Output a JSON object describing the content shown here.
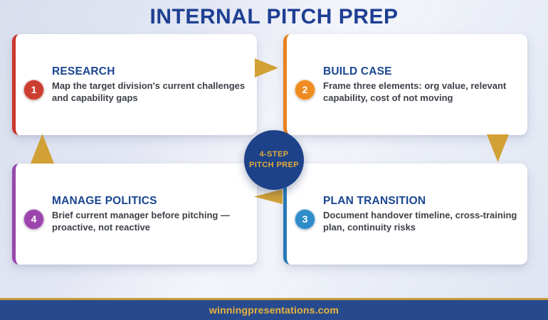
{
  "title": "INTERNAL PITCH PREP",
  "center_badge": {
    "line1": "4-STEP",
    "line2": "PITCH PREP"
  },
  "steps": [
    {
      "number": "1",
      "heading": "RESEARCH",
      "description": "Map the target division's current challenges and capability gaps",
      "border_color": "#c9372c",
      "badge_color": "#cc3e2f"
    },
    {
      "number": "2",
      "heading": "BUILD CASE",
      "description": "Frame three elements: org value, relevant capability, cost of not moving",
      "border_color": "#e8821f",
      "badge_color": "#ee8b21"
    },
    {
      "number": "3",
      "heading": "PLAN TRANSITION",
      "description": "Document handover timeline, cross-training plan, continuity risks",
      "border_color": "#2979b5",
      "badge_color": "#2e8cc9"
    },
    {
      "number": "4",
      "heading": "MANAGE POLITICS",
      "description": "Brief current manager before pitching — proactive, not reactive",
      "border_color": "#9747ab",
      "badge_color": "#9c46ad"
    }
  ],
  "arrows": {
    "flow": [
      "step1-to-step2",
      "step2-to-step3",
      "step3-to-step4",
      "step4-to-step1"
    ],
    "color": "#d1a136"
  },
  "footer": {
    "website": "winningpresentations.com",
    "bar_color": "#274a8e",
    "accent_line_color": "#c79a3b"
  },
  "colors": {
    "title_text": "#1e3f92",
    "heading_text": "#1a4691",
    "body_text": "#3d4148",
    "center_circle": "#1d4289",
    "center_text": "#e2ab3c"
  }
}
